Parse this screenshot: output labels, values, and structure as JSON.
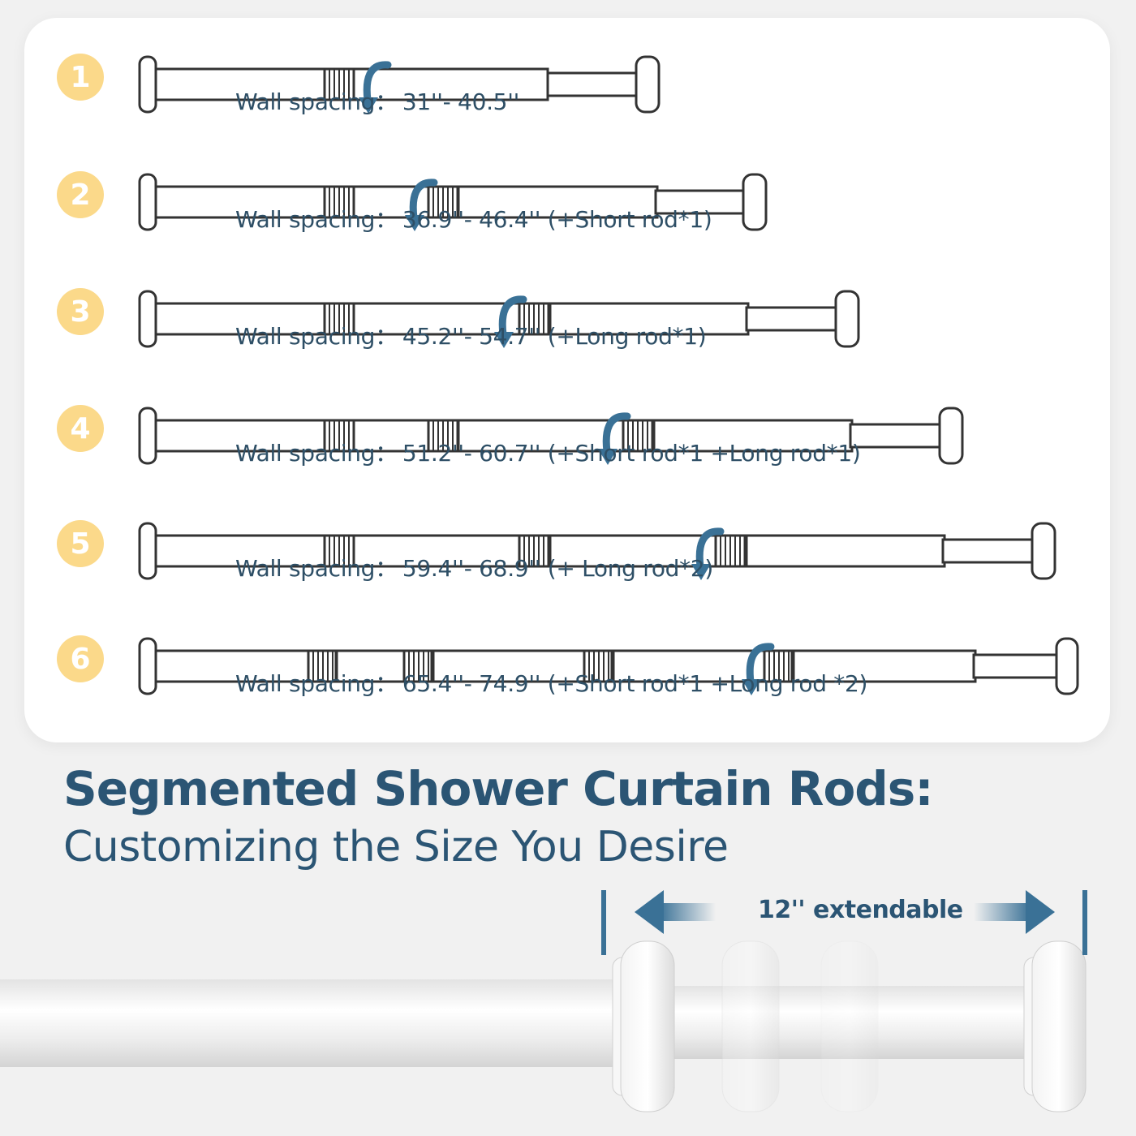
{
  "colors": {
    "accent_blue": "#2b5574",
    "arrow_blue": "#3a7196",
    "badge_yellow": "#fbd98a",
    "text_blue": "#2e4f66"
  },
  "rows": [
    {
      "number": "1",
      "label": "Wall spacing：",
      "value": "31''- 40.5''"
    },
    {
      "number": "2",
      "label": "Wall spacing：",
      "value": "36.9''- 46.4'' (+Short rod*1)"
    },
    {
      "number": "3",
      "label": "Wall spacing：",
      "value": "45.2''- 54.7'' (+Long rod*1)"
    },
    {
      "number": "4",
      "label": "Wall spacing：",
      "value": "51.2''- 60.7'' (+Short rod*1  +Long rod*1)"
    },
    {
      "number": "5",
      "label": "Wall spacing：",
      "value": "59.4''- 68.9'' (+ Long rod*2)"
    },
    {
      "number": "6",
      "label": "Wall spacing：",
      "value": "65.4''- 74.9'' (+Short rod*1  +Long rod *2)"
    }
  ],
  "title": "Segmented Shower Curtain Rods:",
  "subtitle": "Customizing the Size You Desire",
  "extendable_label": "12'' extendable",
  "icons": {
    "rotate": "rotate-arrow-icon",
    "left": "arrow-left-icon",
    "right": "arrow-right-icon"
  }
}
